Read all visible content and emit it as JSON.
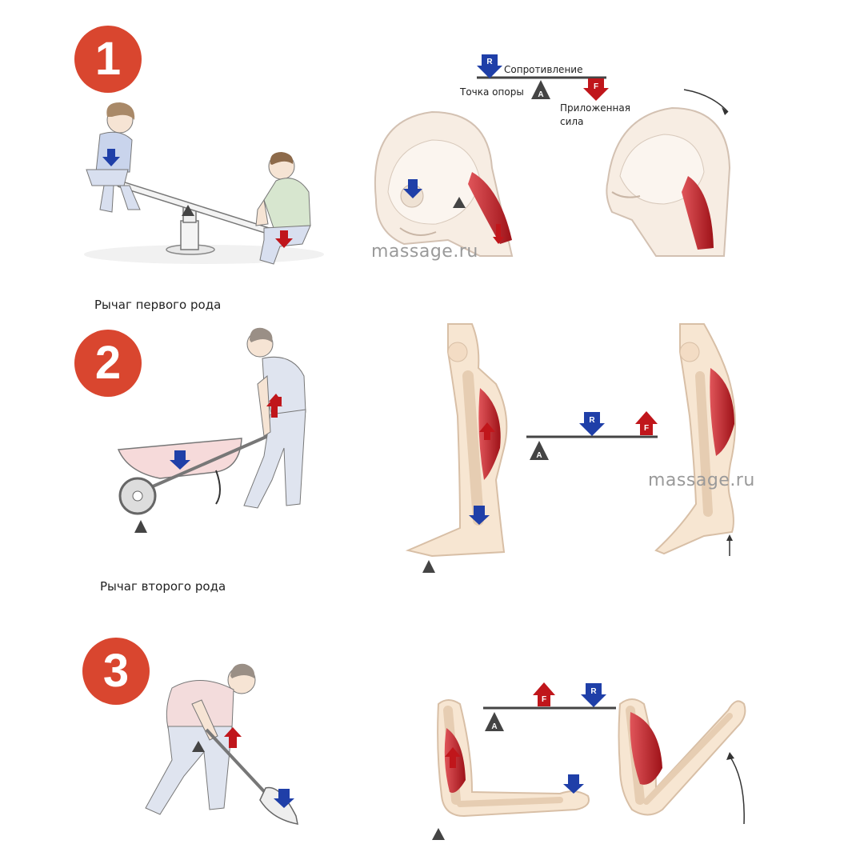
{
  "badges": [
    "1",
    "2",
    "3"
  ],
  "captions": {
    "first": "Рычаг первого рода",
    "second": "Рычаг второго рода"
  },
  "watermark": "massage.ru",
  "legend": {
    "resistance_letter": "R",
    "force_letter": "F",
    "fulcrum_letter": "A",
    "resistance": "Сопротивление",
    "fulcrum": "Точка опоры",
    "applied_force_line1": "Приложенная",
    "applied_force_line2": "сила"
  },
  "colors": {
    "badge": "#d9462f",
    "resistance_arrow": "#1f3fa8",
    "force_arrow": "#c0161b",
    "fulcrum": "#444444",
    "muscle": "#c0262b",
    "bone": "#f3dcc4"
  }
}
